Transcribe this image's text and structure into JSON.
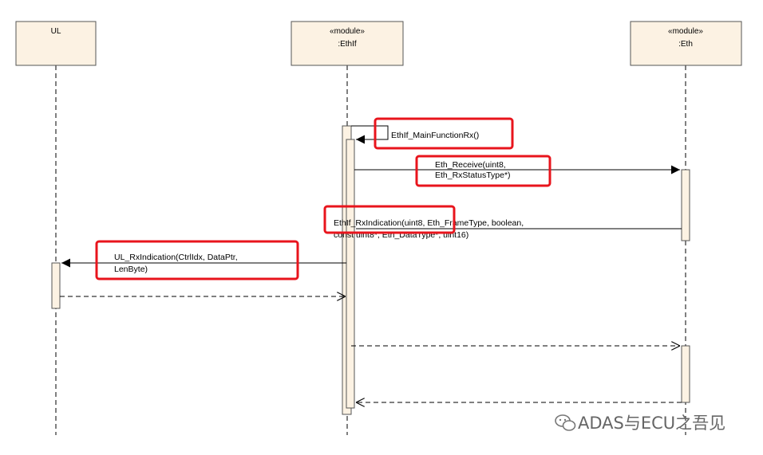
{
  "lifelines": {
    "ul": {
      "stereotype": "",
      "name": "UL"
    },
    "ethif": {
      "stereotype": "«module»",
      "name": ":EthIf"
    },
    "eth": {
      "stereotype": "«module»",
      "name": ":Eth"
    }
  },
  "messages": {
    "main_function_rx": "EthIf_MainFunctionRx()",
    "eth_receive_line1": "Eth_Receive(uint8,",
    "eth_receive_line2": "Eth_RxStatusType*)",
    "ethif_rx_indication_line1": "EthIf_RxIndication(uint8, Eth_FrameType, boolean,",
    "ethif_rx_indication_line2": "const uint8*, Eth_DataType*, uint16)",
    "ul_rx_indication_line1": "UL_RxIndication(CtrlIdx, DataPtr,",
    "ul_rx_indication_line2": "LenByte)"
  },
  "watermark": {
    "text": "ADAS与ECU之吾见"
  },
  "colors": {
    "box_fill": "#fcf2e3",
    "highlight": "#e8141c",
    "line": "#000000"
  }
}
